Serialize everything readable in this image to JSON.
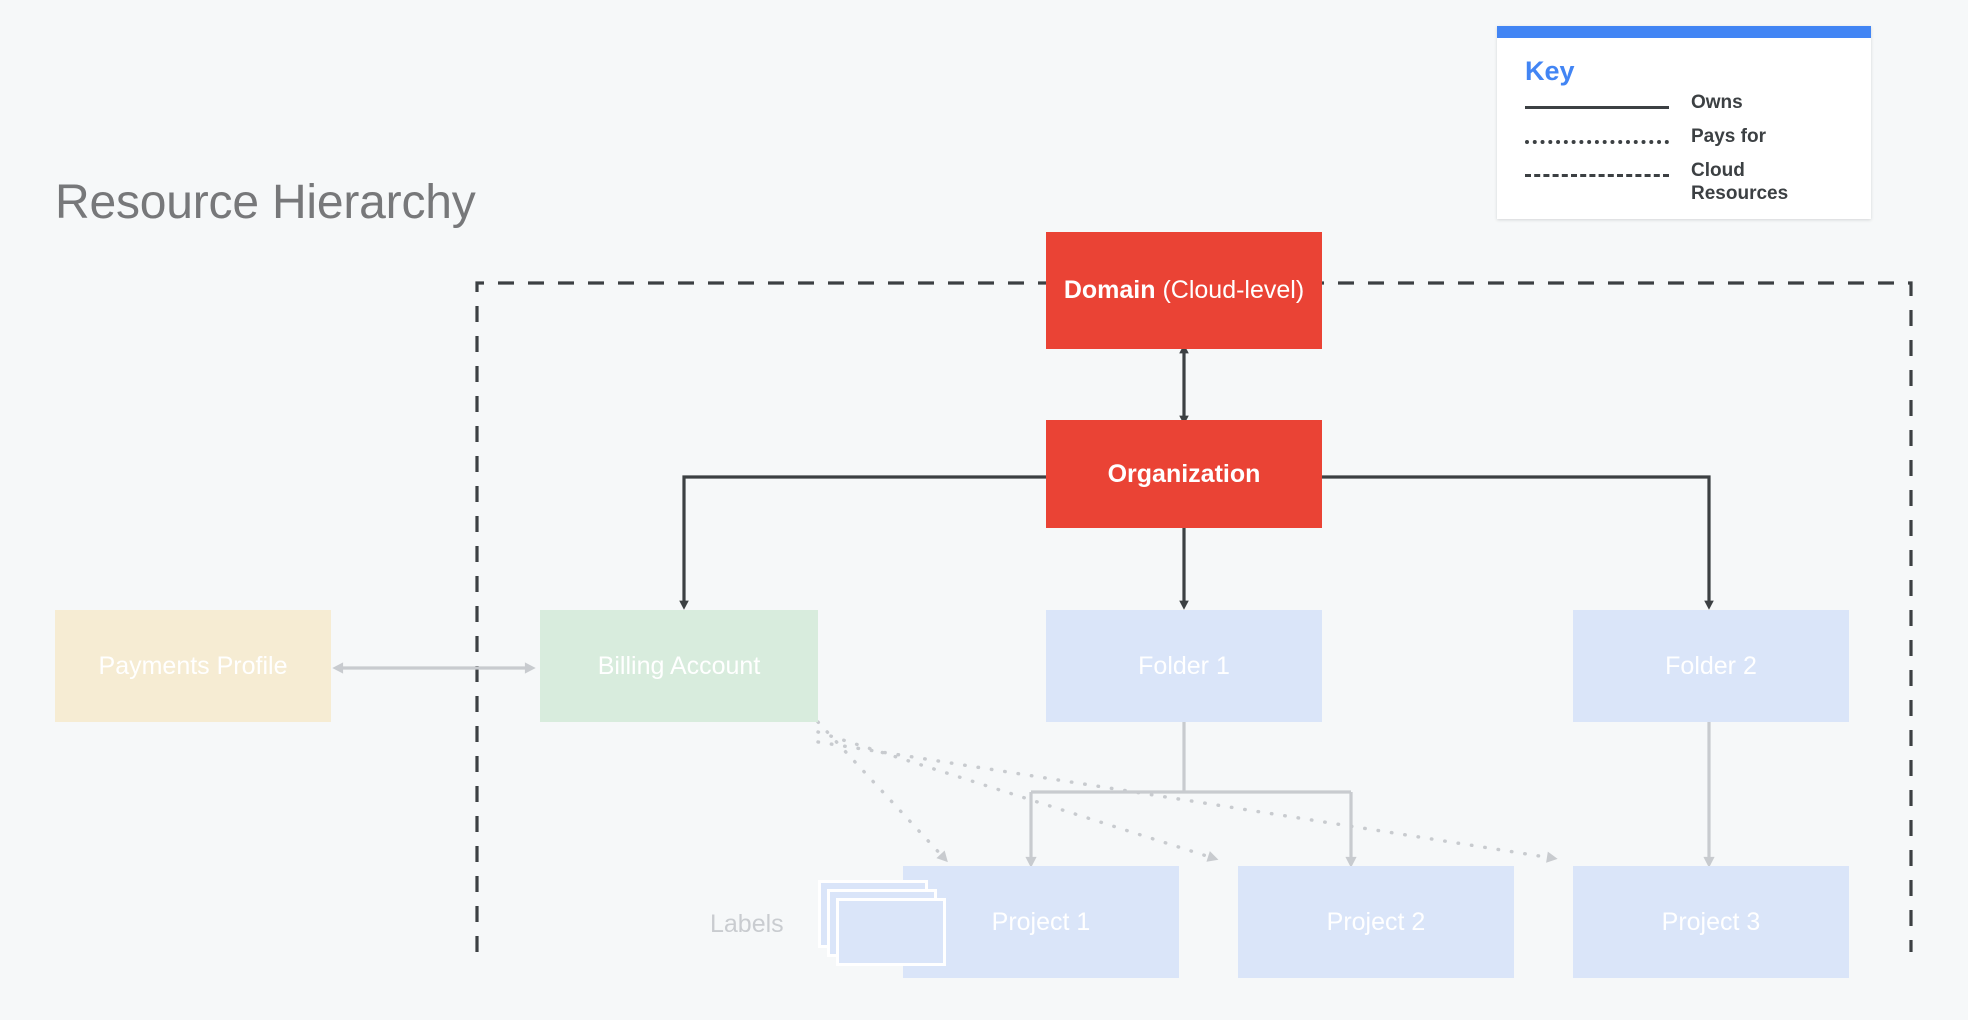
{
  "page": {
    "title": "Resource Hierarchy",
    "background_color": "#f6f8f9"
  },
  "colors": {
    "red_node": "#ea4335",
    "blue_node": "#dae5f9",
    "green_node": "#d8ecdd",
    "beige_node": "#f6ecd3",
    "key_accent": "#4285f4",
    "owns_line": "#3c4043",
    "pays_for_line": "#c8cbcf",
    "cloud_boundary": "#3c4043"
  },
  "key": {
    "title": "Key",
    "rows": [
      {
        "style": "solid",
        "label": "Owns"
      },
      {
        "style": "dotted",
        "label": "Pays for"
      },
      {
        "style": "dashed",
        "label": "Cloud\nResources"
      }
    ],
    "row_labels": {
      "owns": "Owns",
      "pays_for": "Pays for",
      "cloud_resources_line1": "Cloud",
      "cloud_resources_line2": "Resources"
    }
  },
  "diagram": {
    "type": "hierarchy",
    "nodes": {
      "domain": {
        "label_bold": "Domain",
        "label_thin": "(Cloud-level)"
      },
      "organization": {
        "label": "Organization"
      },
      "billing_account": {
        "label": "Billing Account"
      },
      "payments_profile": {
        "label": "Payments Profile"
      },
      "folder1": {
        "label": "Folder 1"
      },
      "folder2": {
        "label": "Folder 2"
      },
      "project1": {
        "label": "Project 1"
      },
      "project2": {
        "label": "Project 2"
      },
      "project3": {
        "label": "Project 3"
      },
      "labels": {
        "label": "Labels"
      }
    },
    "edges": [
      {
        "from": "domain",
        "to": "organization",
        "relation": "Owns",
        "style": "solid",
        "arrows": "both"
      },
      {
        "from": "organization",
        "to": "billing_account",
        "relation": "Owns",
        "style": "solid",
        "arrows": "to"
      },
      {
        "from": "organization",
        "to": "folder1",
        "relation": "Owns",
        "style": "solid",
        "arrows": "to"
      },
      {
        "from": "organization",
        "to": "folder2",
        "relation": "Owns",
        "style": "solid",
        "arrows": "to"
      },
      {
        "from": "payments_profile",
        "to": "billing_account",
        "relation": "Pays for",
        "style": "solid",
        "arrows": "both"
      },
      {
        "from": "billing_account",
        "to": "project1",
        "relation": "Pays for",
        "style": "dotted",
        "arrows": "to"
      },
      {
        "from": "billing_account",
        "to": "project2",
        "relation": "Pays for",
        "style": "dotted",
        "arrows": "to"
      },
      {
        "from": "billing_account",
        "to": "project3",
        "relation": "Pays for",
        "style": "dotted",
        "arrows": "to"
      },
      {
        "from": "folder1",
        "to": "project1",
        "relation": "Owns",
        "style": "solid",
        "arrows": "to"
      },
      {
        "from": "folder1",
        "to": "project2",
        "relation": "Owns",
        "style": "solid",
        "arrows": "to"
      },
      {
        "from": "folder2",
        "to": "project3",
        "relation": "Owns",
        "style": "solid",
        "arrows": "to"
      }
    ],
    "cloud_boundary": {
      "label": "Cloud Resources",
      "style": "dashed",
      "open_bottom": true
    }
  }
}
